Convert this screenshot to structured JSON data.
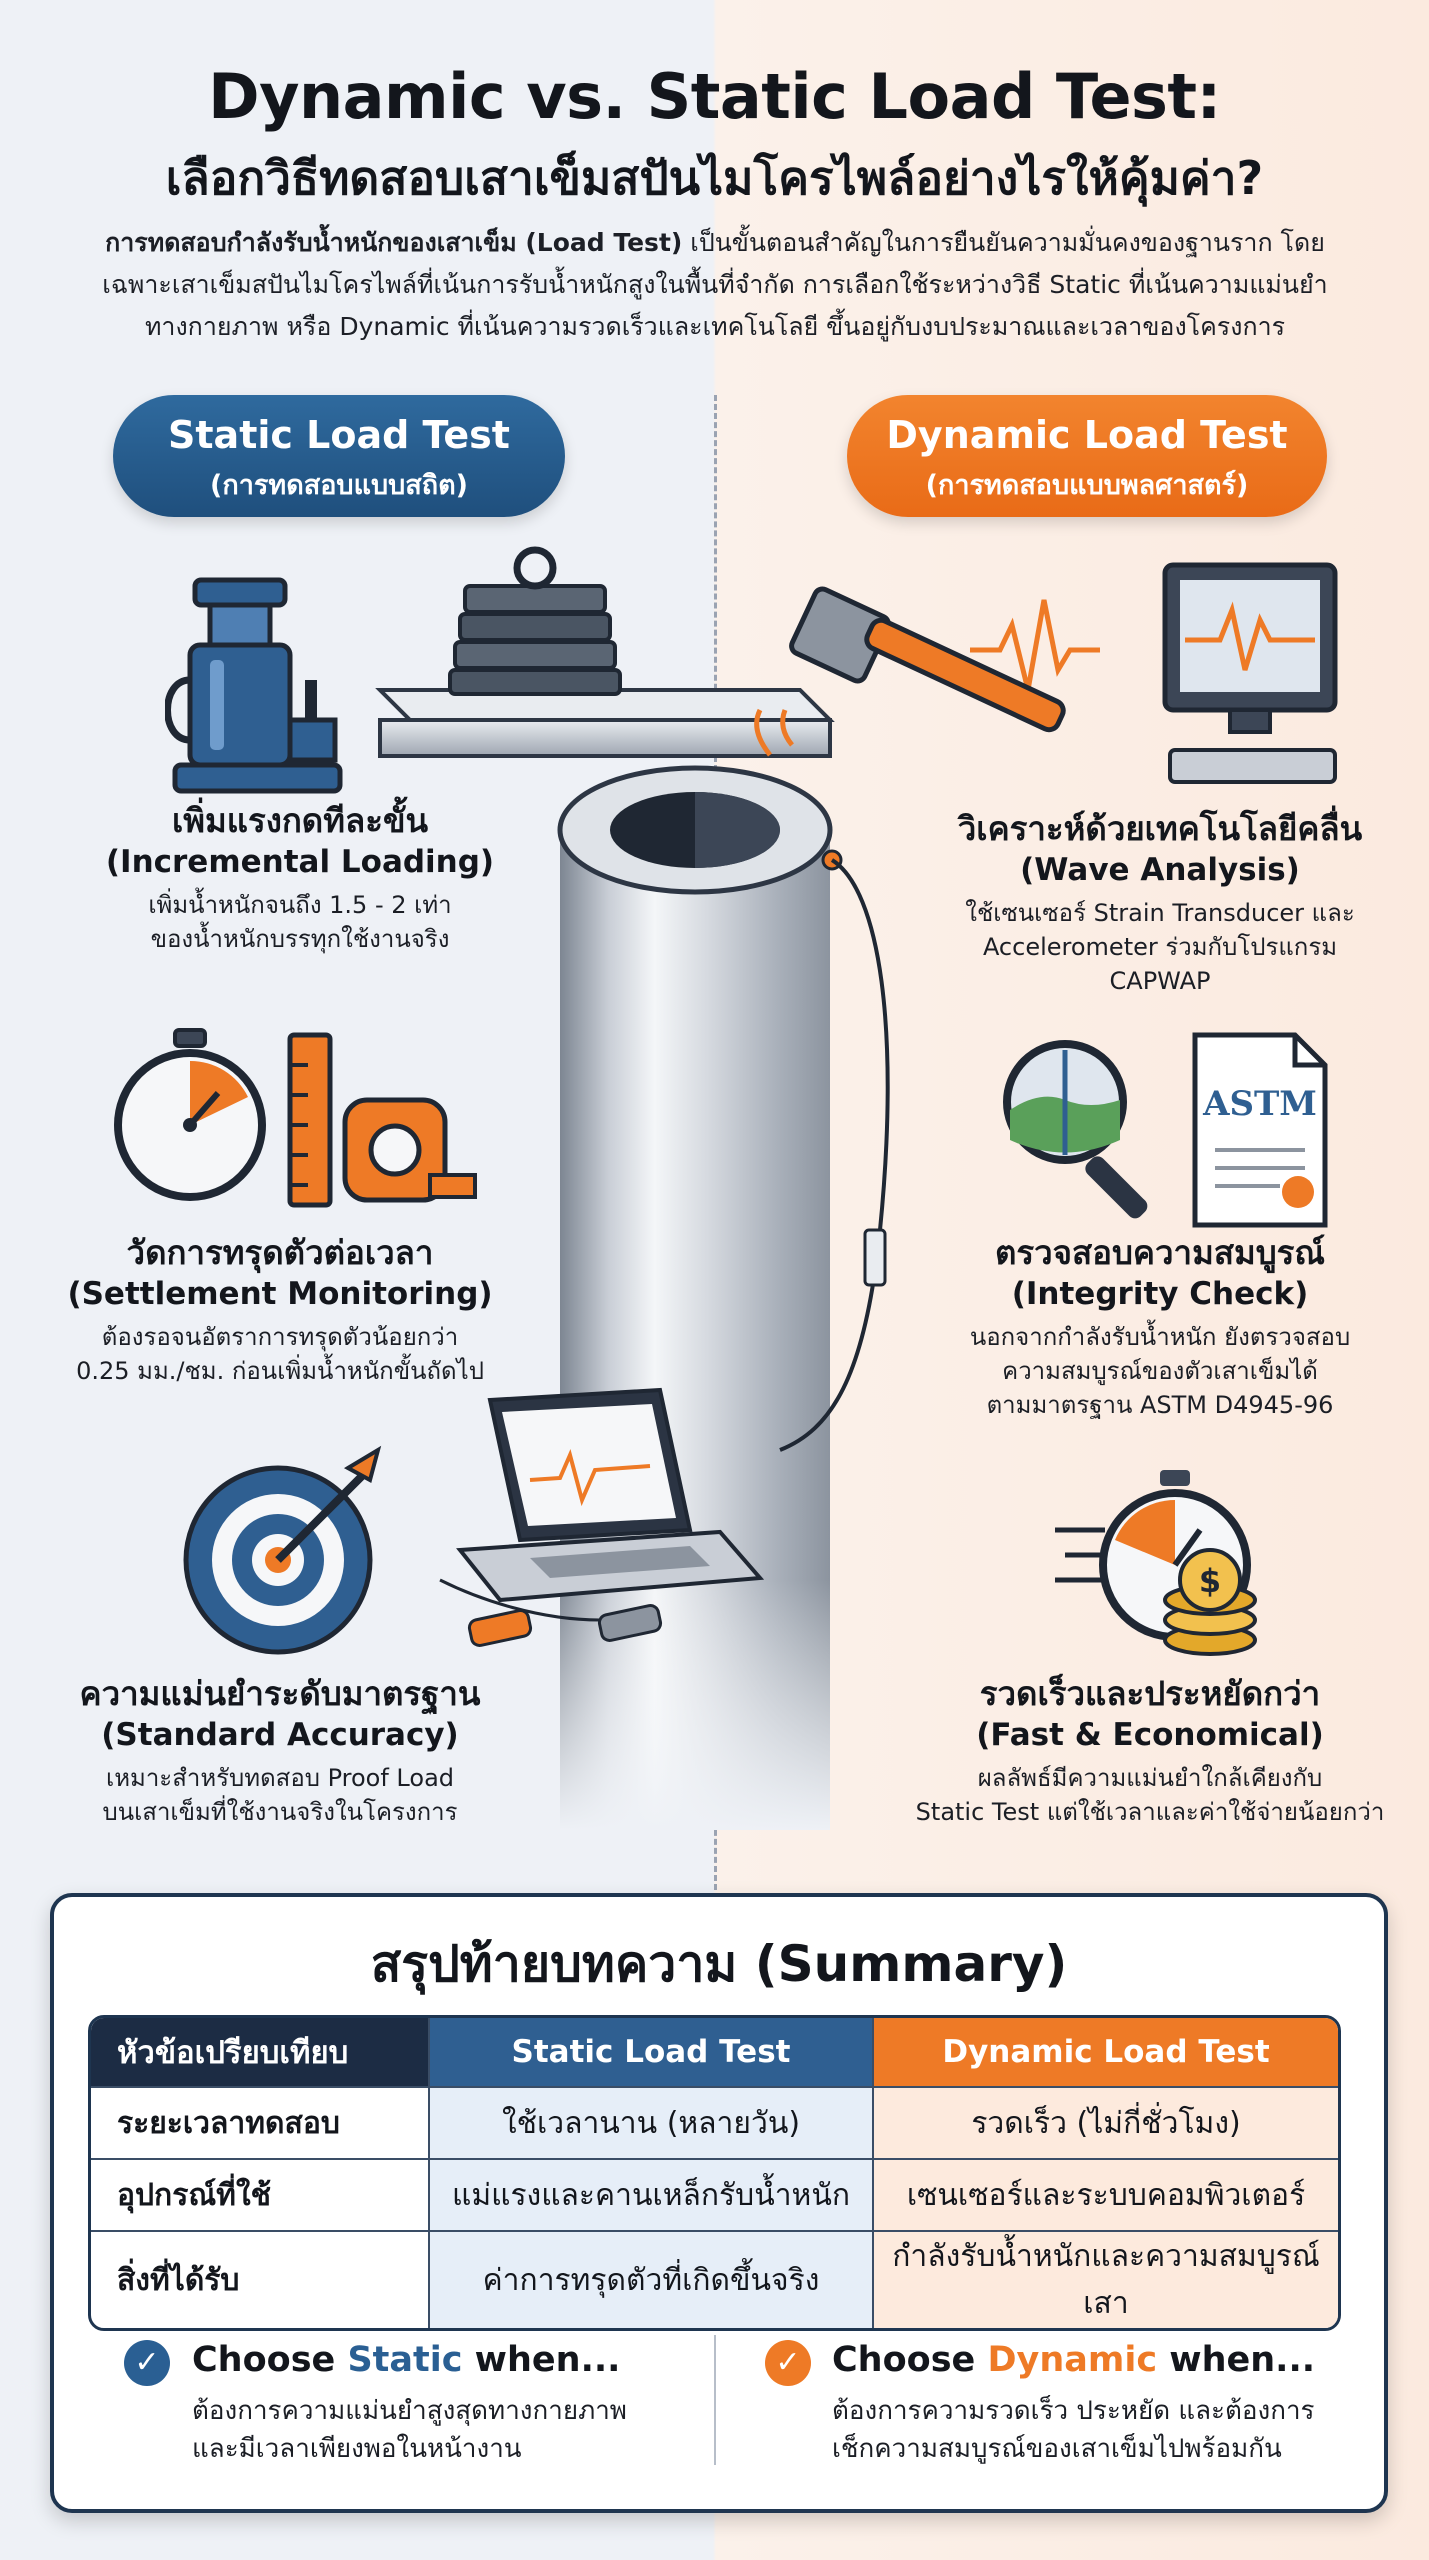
{
  "header": {
    "title_line1": "Dynamic vs. Static Load Test:",
    "title_line2": "เลือกวิธีทดสอบเสาเข็มสปันไมโครไพล์อย่างไรให้คุ้มค่า?",
    "intro_bold": "การทดสอบกำลังรับน้ำหนักของเสาเข็ม (Load Test)",
    "intro_rest": " เป็นขั้นตอนสำคัญในการยืนยันความมั่นคงของฐานราก โดยเฉพาะเสาเข็มสปันไมโครไพล์ที่เน้นการรับน้ำหนักสูงในพื้นที่จำกัด การเลือกใช้ระหว่างวิธี Static ที่เน้นความแม่นยำทางกายภาพ หรือ Dynamic ที่เน้นความรวดเร็วและเทคโนโลยี ขึ้นอยู่กับงบประมาณและเวลาของโครงการ"
  },
  "static": {
    "pill_title": "Static Load Test",
    "pill_subtitle": "(การทดสอบแบบสถิต)",
    "features": [
      {
        "title": "เพิ่มแรงกดทีละขั้น",
        "subtitle": "(Incremental Loading)",
        "desc_1": "เพิ่มน้ำหนักจนถึง 1.5 - 2 เท่า",
        "desc_2": "ของน้ำหนักบรรทุกใช้งานจริง",
        "icon": "hydraulic-jack"
      },
      {
        "title": "วัดการทรุดตัวต่อเวลา",
        "subtitle": "(Settlement Monitoring)",
        "desc_1": "ต้องรอจนอัตราการทรุดตัวน้อยกว่า",
        "desc_2": "0.25 มม./ชม. ก่อนเพิ่มน้ำหนักขั้นถัดไป",
        "icon": "stopwatch-ruler-tape"
      },
      {
        "title": "ความแม่นยำระดับมาตรฐาน",
        "subtitle": "(Standard Accuracy)",
        "desc_1": "เหมาะสำหรับทดสอบ Proof Load",
        "desc_2": "บนเสาเข็มที่ใช้งานจริงในโครงการ",
        "icon": "target-arrow"
      }
    ]
  },
  "dynamic": {
    "pill_title": "Dynamic Load Test",
    "pill_subtitle": "(การทดสอบแบบพลศาสตร์)",
    "features": [
      {
        "title": "วิเคราะห์ด้วยเทคโนโลยีคลื่น",
        "subtitle": "(Wave Analysis)",
        "desc_1": "ใช้เซนเซอร์ Strain Transducer และ",
        "desc_2": "Accelerometer ร่วมกับโปรแกรม",
        "desc_3": "CAPWAP",
        "icon": "hammer-monitor"
      },
      {
        "title": "ตรวจสอบความสมบูรณ์",
        "subtitle": "(Integrity Check)",
        "desc_1": "นอกจากกำลังรับน้ำหนัก ยังตรวจสอบ",
        "desc_2": "ความสมบูรณ์ของตัวเสาเข็มได้",
        "desc_3": "ตามมาตรฐาน ASTM D4945-96",
        "icon": "magnifier-astm-document",
        "doc_label": "ASTM"
      },
      {
        "title": "รวดเร็วและประหยัดกว่า",
        "subtitle": "(Fast & Economical)",
        "desc_1": "ผลลัพธ์มีความแม่นยำใกล้เคียงกับ",
        "desc_2": "Static Test แต่ใช้เวลาและค่าใช้จ่ายน้อยกว่า",
        "icon": "stopwatch-coins",
        "coin_symbol": "$"
      }
    ]
  },
  "summary": {
    "title": "สรุปท้ายบทความ (Summary)",
    "table": {
      "headers": [
        "หัวข้อเปรียบเทียบ",
        "Static Load Test",
        "Dynamic Load Test"
      ],
      "rows": [
        [
          "ระยะเวลาทดสอบ",
          "ใช้เวลานาน (หลายวัน)",
          "รวดเร็ว (ไม่กี่ชั่วโมง)"
        ],
        [
          "อุปกรณ์ที่ใช้",
          "แม่แรงและคานเหล็กรับน้ำหนัก",
          "เซนเซอร์และระบบคอมพิวเตอร์"
        ],
        [
          "สิ่งที่ได้รับ",
          "ค่าการทรุดตัวที่เกิดขึ้นจริง",
          "กำลังรับน้ำหนักและความสมบูรณ์เสา"
        ]
      ]
    },
    "choose_static": {
      "prefix": "Choose ",
      "word": "Static",
      "suffix": " when...",
      "desc_1": "ต้องการความแม่นยำสูงสุดทางกายภาพ",
      "desc_2": "และมีเวลาเพียงพอในหน้างาน"
    },
    "choose_dynamic": {
      "prefix": "Choose ",
      "word": "Dynamic",
      "suffix": " when...",
      "desc_1": "ต้องการความรวดเร็ว ประหยัด และต้องการ",
      "desc_2": "เช็กความสมบูรณ์ของเสาเข็มไปพร้อมกัน"
    }
  },
  "colors": {
    "static_blue": "#2a5f93",
    "dynamic_orange": "#ee7a26",
    "navy": "#1e3550",
    "check_blue": "#2a5f93",
    "check_orange": "#ee7a26"
  }
}
